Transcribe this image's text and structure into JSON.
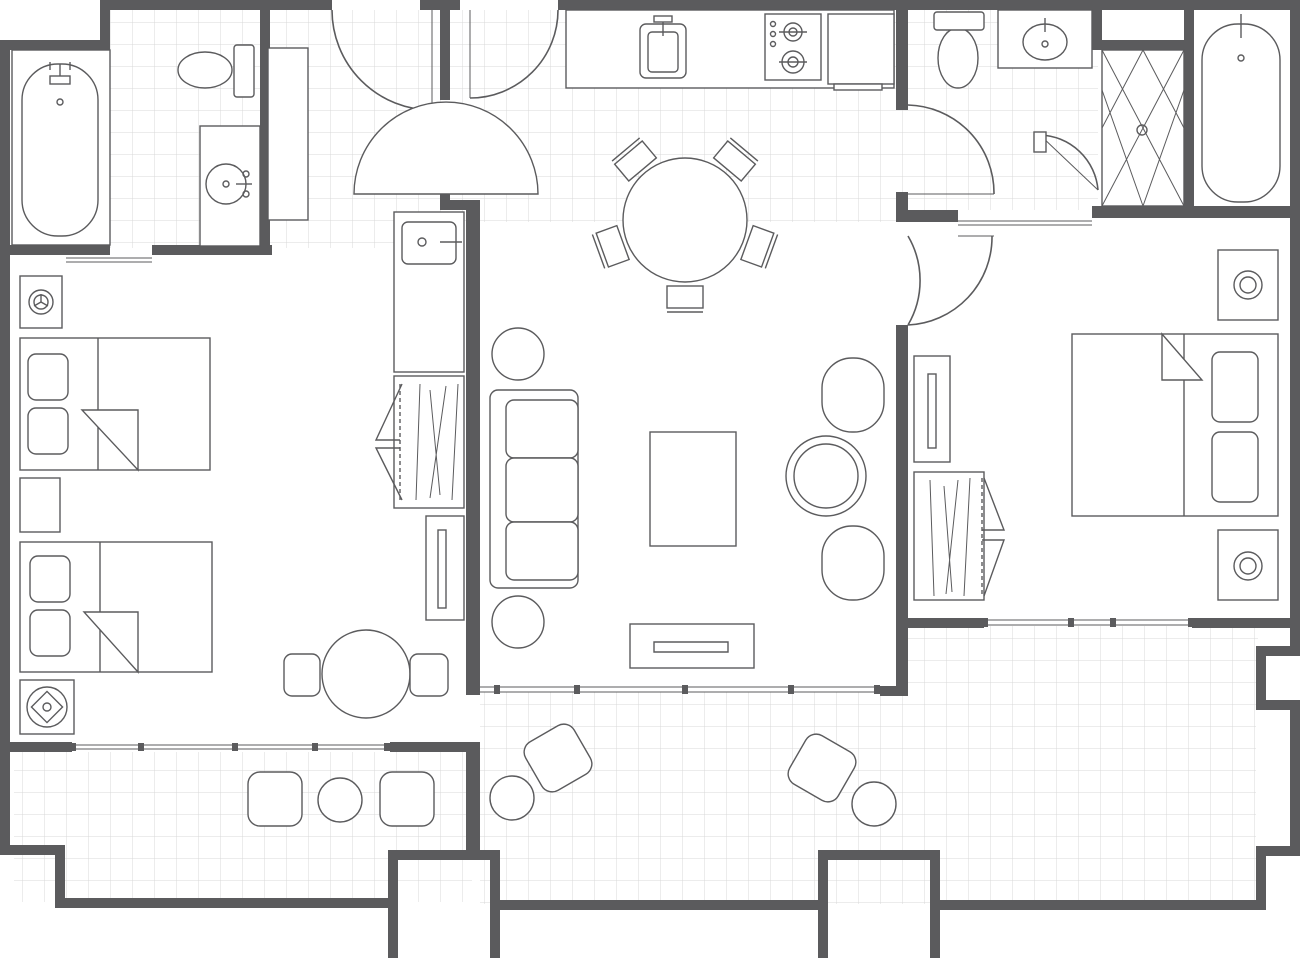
{
  "colors": {
    "wall": "#5b5b5d",
    "line": "#5b5b5d",
    "tile": "#d9d9d9",
    "background": "#ffffff"
  },
  "rooms": [
    "bathroom-left",
    "bedroom-left",
    "balcony-left",
    "kitchen",
    "dining",
    "living-room",
    "bathroom-right",
    "bedroom-right",
    "balcony-right"
  ]
}
